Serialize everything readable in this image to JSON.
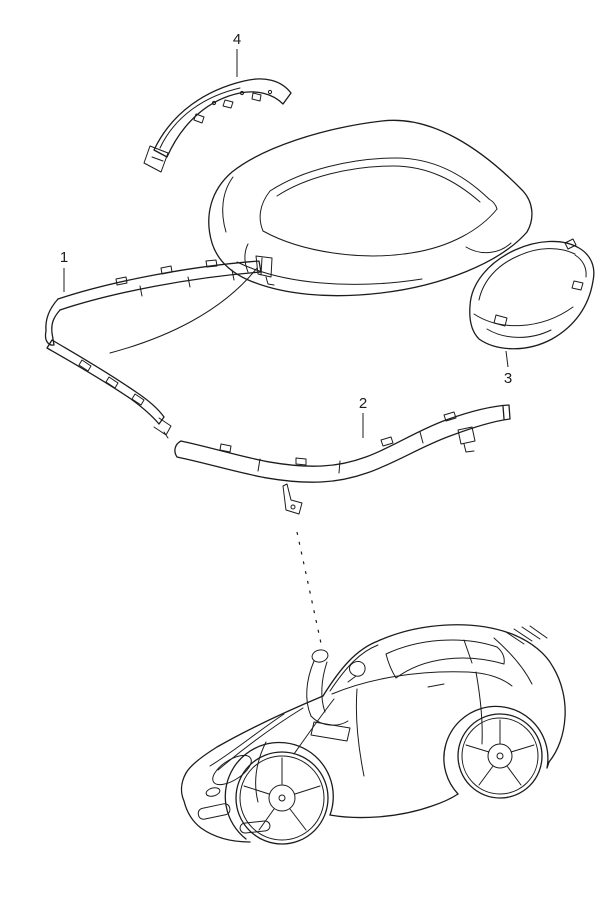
{
  "diagram": {
    "callouts": [
      {
        "label": "1"
      },
      {
        "label": "2"
      },
      {
        "label": "3"
      },
      {
        "label": "4"
      }
    ]
  },
  "colors": {
    "background": "#ffffff",
    "line": "#1c1c1c"
  }
}
